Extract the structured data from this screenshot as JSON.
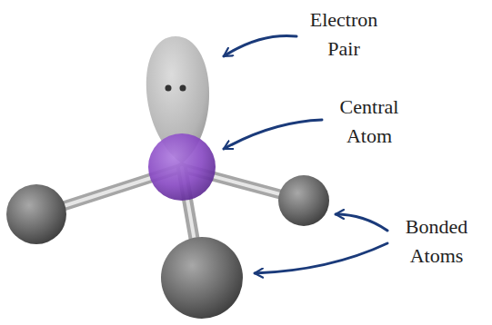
{
  "diagram": {
    "labels": [
      "Electron Pair",
      "Central Atom",
      "Bonded Atoms"
    ]
  }
}
